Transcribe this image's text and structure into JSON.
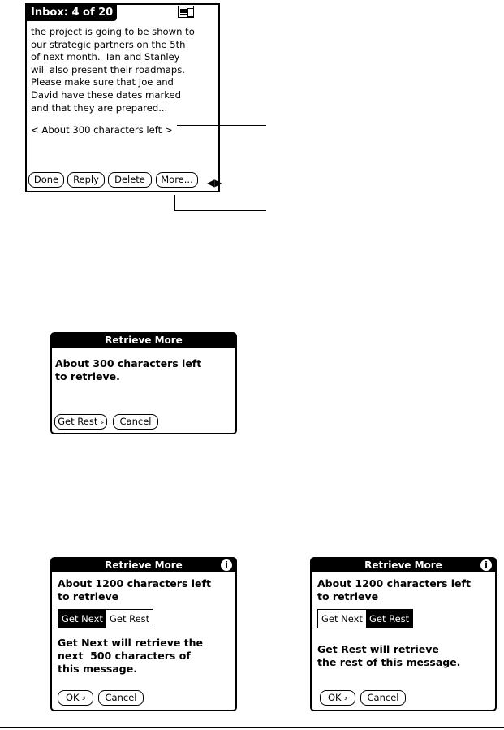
{
  "inbox": {
    "title": "Inbox: 4 of 20",
    "body": "the project is going to be shown to\nour strategic partners on the 5th\nof next month.  Ian and Stanley\nwill also present their roadmaps.\nPlease make sure that Joe and\nDavid have these dates marked\nand that they are prepared...",
    "chars_left": "< About 300 characters left >",
    "buttons": {
      "done": "Done",
      "reply": "Reply",
      "delete": "Delete",
      "more": "More..."
    },
    "arrows": "◀▶"
  },
  "dialog1": {
    "title": "Retrieve More",
    "message": "About 300 characters left\nto retrieve.",
    "get_rest": "Get Rest",
    "cancel": "Cancel"
  },
  "dialog2": {
    "title": "Retrieve More",
    "message": "About 1200 characters left\nto retrieve",
    "seg_next": "Get Next",
    "seg_rest": "Get Rest",
    "description": "Get Next will retrieve the\nnext  500 characters of\nthis message.",
    "ok": "OK",
    "cancel": "Cancel",
    "selected": "Get Next"
  },
  "dialog3": {
    "title": "Retrieve More",
    "message": "About 1200 characters left\nto retrieve",
    "seg_next": "Get Next",
    "seg_rest": "Get Rest",
    "description": "Get Rest will retrieve\nthe rest of this message.",
    "ok": "OK",
    "cancel": "Cancel",
    "selected": "Get Rest"
  },
  "icons": {
    "info": "info-icon",
    "menu": "menu-icon",
    "stylus": "graffiti-shift-icon"
  }
}
